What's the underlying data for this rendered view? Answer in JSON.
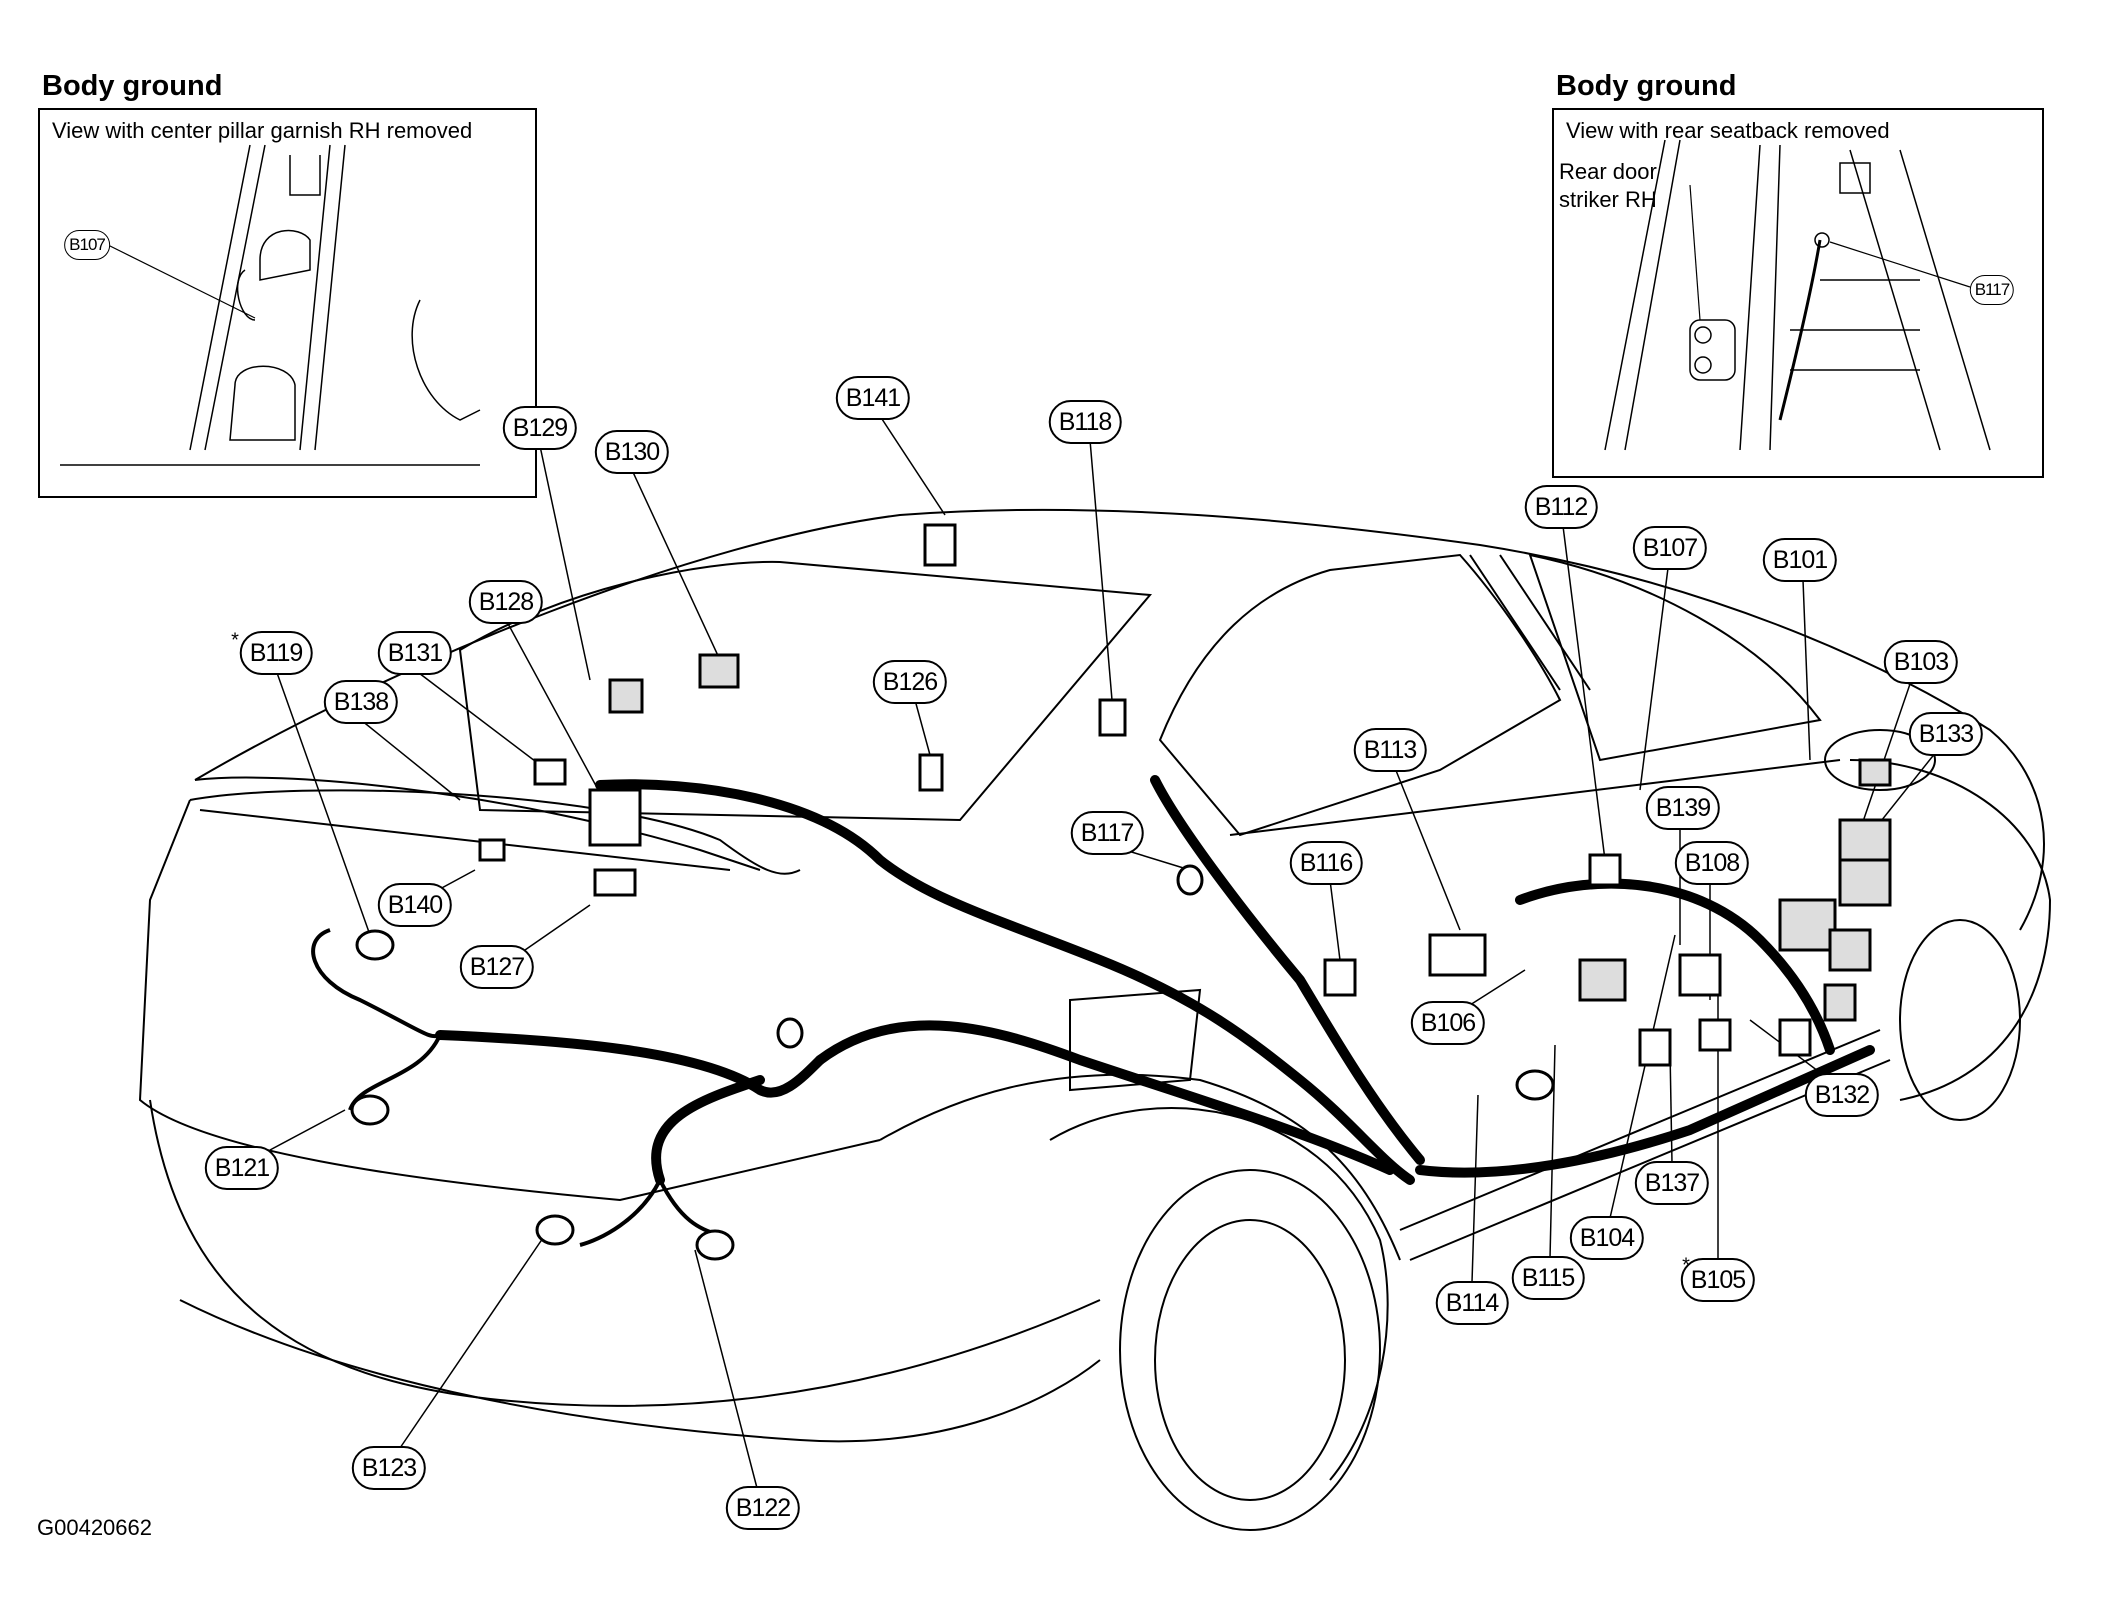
{
  "insets": [
    {
      "heading": "Body ground",
      "caption": "View with center pillar garnish RH removed",
      "connector": "B107"
    },
    {
      "heading": "Body ground",
      "caption": "View with rear seatback removed",
      "note_line1": "Rear door",
      "note_line2": "striker RH",
      "connector": "B117"
    }
  ],
  "connectors": {
    "B101": "B101",
    "B103": "B103",
    "B104": "B104",
    "B105": "B105",
    "B106": "B106",
    "B107": "B107",
    "B108": "B108",
    "B112": "B112",
    "B113": "B113",
    "B114": "B114",
    "B115": "B115",
    "B116": "B116",
    "B117": "B117",
    "B118": "B118",
    "B119": "B119",
    "B121": "B121",
    "B122": "B122",
    "B123": "B123",
    "B126": "B126",
    "B127": "B127",
    "B128": "B128",
    "B129": "B129",
    "B130": "B130",
    "B131": "B131",
    "B132": "B132",
    "B133": "B133",
    "B137": "B137",
    "B138": "B138",
    "B139": "B139",
    "B140": "B140",
    "B141": "B141"
  },
  "marker_star": "*",
  "figure_id": "G00420662"
}
